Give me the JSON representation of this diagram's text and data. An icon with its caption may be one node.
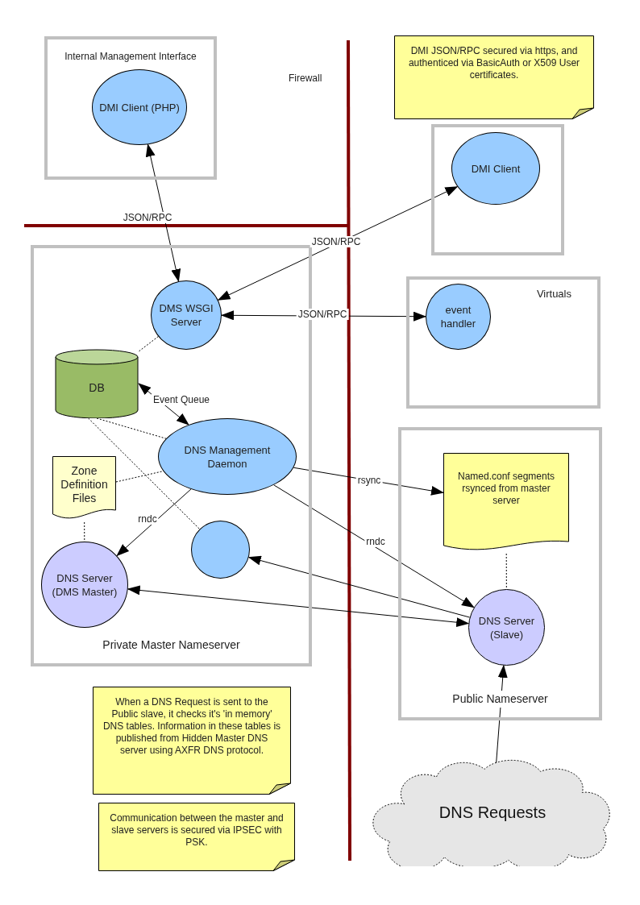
{
  "diagram": {
    "nodes": [
      {
        "text": [
          "Internal Management Interface"
        ]
      },
      {
        "text": [
          "DMI Client (PHP)"
        ],
        "in": 0
      },
      {
        "text": [
          "DMI JSON/RPC secured via https, and authenticed via BasicAuth or X509 User certificates."
        ]
      },
      {
        "text": [],
        "shape": "box"
      },
      {
        "text": [
          "DMI Client"
        ],
        "in": 3
      },
      {
        "text": [
          "Private Master Nameserver"
        ]
      },
      {
        "text": [
          "DMS WSGI Server"
        ],
        "in": 5
      },
      {
        "text": [
          "DB"
        ],
        "in": 5
      },
      {
        "text": [
          "DNS Management Daemon"
        ],
        "in": 5
      },
      {
        "text": [
          "Zone Definition Files"
        ],
        "in": 5
      },
      {
        "text": [],
        "shape": "circle",
        "in": 5
      },
      {
        "text": [
          "DNS Server (DMS Master)"
        ],
        "in": 5
      },
      {
        "text": [
          "Virtuals"
        ]
      },
      {
        "text": [
          "event handler"
        ],
        "in": 12
      },
      {
        "text": [
          "Public Nameserver"
        ]
      },
      {
        "text": [
          "Named.conf segments rsynced from master server"
        ],
        "in": 14
      },
      {
        "text": [
          "DNS Server (Slave)"
        ],
        "in": 14
      },
      {
        "text": [
          "When a DNS Request is sent to the Public slave, it checks it's 'in memory' DNS tables. Information in these tables is published from Hidden Master DNS server using AXFR DNS protocol."
        ]
      },
      {
        "text": [
          "Communication between the master and slave servers is secured via IPSEC with PSK."
        ]
      },
      {
        "text": [
          "DNS Requests"
        ]
      }
    ],
    "edges": [
      {
        "from": 6,
        "to": 1,
        "arrow": "both",
        "label": "JSON/RPC"
      },
      {
        "from": 6,
        "to": 4,
        "arrow": "both",
        "label": "JSON/RPC"
      },
      {
        "from": 6,
        "to": 13,
        "arrow": "both",
        "label": "JSON/RPC"
      },
      {
        "from": 6,
        "to": 7,
        "arrow": "none",
        "style": "dashed"
      },
      {
        "from": 7,
        "to": 8,
        "arrow": "both",
        "label": "Event Queue"
      },
      {
        "from": 7,
        "to": 8,
        "arrow": "none",
        "style": "dashed"
      },
      {
        "from": 7,
        "to": 10,
        "arrow": "none",
        "style": "dashed"
      },
      {
        "from": 9,
        "to": 8,
        "arrow": "none",
        "style": "dashed"
      },
      {
        "from": 9,
        "to": 11,
        "arrow": "none",
        "style": "dashed"
      },
      {
        "from": 8,
        "to": 11,
        "arrow": "to",
        "label": "rndc"
      },
      {
        "from": 8,
        "to": 15,
        "arrow": "to",
        "label": "rsync"
      },
      {
        "from": 8,
        "to": 16,
        "arrow": "to",
        "label": "rndc"
      },
      {
        "from": 16,
        "to": 10,
        "arrow": "to"
      },
      {
        "from": 11,
        "to": 16,
        "arrow": "both"
      },
      {
        "from": 15,
        "to": 16,
        "arrow": "none",
        "style": "dashed"
      },
      {
        "from": 19,
        "to": 16,
        "arrow": "to"
      }
    ],
    "labels": [
      "Firewall"
    ]
  }
}
